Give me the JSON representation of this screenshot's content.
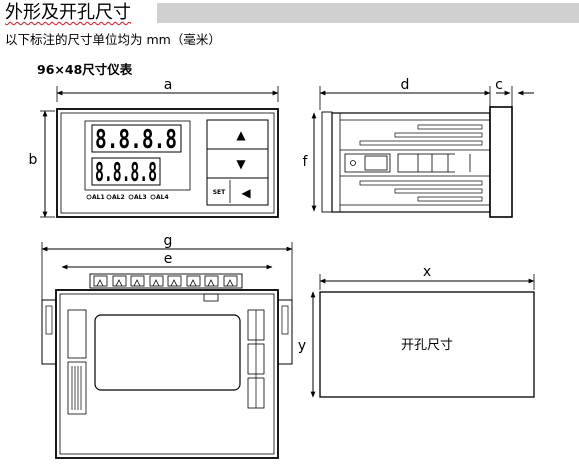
{
  "header": {
    "title": "外形及开孔尺寸"
  },
  "subtitle": "以下标注的尺寸单位均为 mm（毫米）",
  "section_label": "96×48尺寸仪表",
  "dimensions": {
    "a": "a",
    "b": "b",
    "c": "c",
    "d": "d",
    "e": "e",
    "f": "f",
    "g": "g",
    "x": "x",
    "y": "y"
  },
  "front_panel": {
    "display_top": "8.8.8.8",
    "display_bottom": "8.8.8.8",
    "alarms": [
      "AL1",
      "AL2",
      "AL3",
      "AL4"
    ],
    "buttons": {
      "up": "▲",
      "down": "▼",
      "set": "SET",
      "shift": "◀"
    }
  },
  "cutout_label": "开孔尺寸"
}
